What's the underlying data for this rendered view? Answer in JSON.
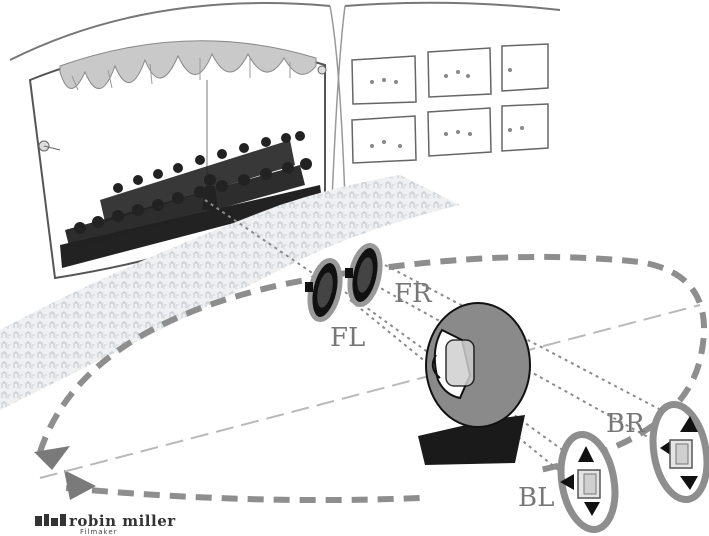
{
  "speakers": {
    "front_left": "FL",
    "front_right": "FR",
    "back_left": "BL",
    "back_right": "BR"
  },
  "logo": {
    "name": "robin miller",
    "sub": "Filmaker"
  },
  "colors": {
    "ring": "#8e8e8e",
    "dotted_line": "#8a8a8a",
    "dash_line": "#b9b9b9",
    "head": "#8a8a8a",
    "label": "#777777"
  }
}
